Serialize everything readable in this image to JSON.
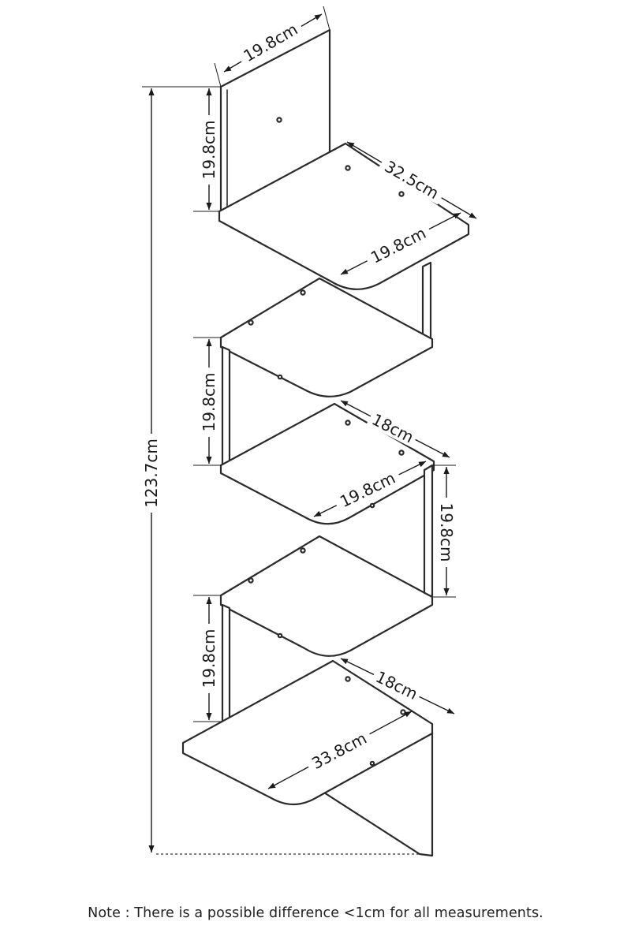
{
  "dimensions": {
    "top_panel_width": "19.8cm",
    "top_panel_height": "19.8cm",
    "total_height": "123.7cm",
    "top_shelf_long_edge": "32.5cm",
    "top_shelf_front": "19.8cm",
    "middle_gap_left_1": "19.8cm",
    "middle_shelf_side": "18cm",
    "middle_shelf_front": "19.8cm",
    "middle_gap_right": "19.8cm",
    "lower_gap_left": "19.8cm",
    "lower_shelf_side": "18cm",
    "bottom_shelf_long_edge": "33.8cm"
  },
  "footer": {
    "note": "Note : There is a possible difference <1cm for all measurements."
  }
}
